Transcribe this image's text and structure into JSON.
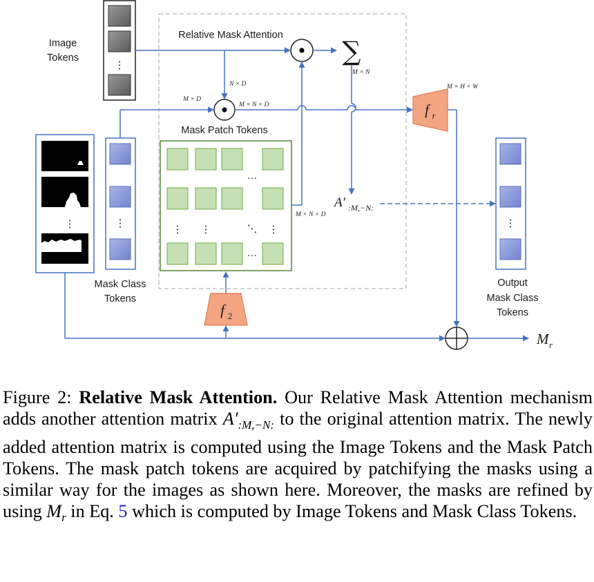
{
  "diagram": {
    "image_tokens_label": [
      "Image",
      "Tokens"
    ],
    "relative_mask_attention_label": "Relative Mask Attention",
    "mask_patch_tokens_label": "Mask Patch Tokens",
    "mask_class_tokens_label": [
      "Mask Class",
      "Tokens"
    ],
    "output_mask_class_tokens_label": [
      "Output",
      "Mask Class",
      "Tokens"
    ],
    "dim_n_x_d": "N × D",
    "dim_m_x_d": "M × D",
    "dim_m_x_n_x_d_top": "M × N × D",
    "dim_m_x_n": "M × N",
    "dim_m_x_h_x_w": "M × H × W",
    "dim_m_x_n_x_d_right": "M × N × D",
    "f2_symbol": "f",
    "f2_subscript": "2",
    "fr_symbol": "f",
    "fr_subscript": "r",
    "attention_symbol": "A′",
    "attention_subscript": ":M,−N:",
    "output_symbol": "M",
    "output_subscript": "r",
    "sum_symbol": "∑",
    "dot_symbol": "•",
    "ellipsis_v": "⋮",
    "ellipsis_h": "···",
    "ellipsis_d": "⋱"
  },
  "caption": {
    "figure_label": "Figure 2:",
    "title": "Relative Mask Attention.",
    "text_1": "Our Relative Mask Attention mechanism adds another attention matrix",
    "math_symbol": "A′",
    "math_subscript": ":M,−N:",
    "text_2": "to the original attention matrix. The newly added attention matrix is computed using the Image Tokens and the Mask Patch Tokens. The mask patch tokens are acquired by patchifying the masks using a similar way for the images as shown here. Moreover, the masks are refined by using",
    "mr_symbol": "M",
    "mr_subscript": "r",
    "text_3": "in Eq.",
    "eq_ref": "5",
    "text_4": "which is computed by Image Tokens and Mask Class Tokens."
  },
  "colors": {
    "arrow_blue": "#4472c4",
    "token_fill": "#8b9bd9",
    "patch_fill": "#c5e0b4",
    "patch_border": "#548235",
    "transform_fill": "#f4a582",
    "transform_border": "#e07b53",
    "dashed_box": "#b0b0b0",
    "eq_ref": "#1f1fb5"
  }
}
